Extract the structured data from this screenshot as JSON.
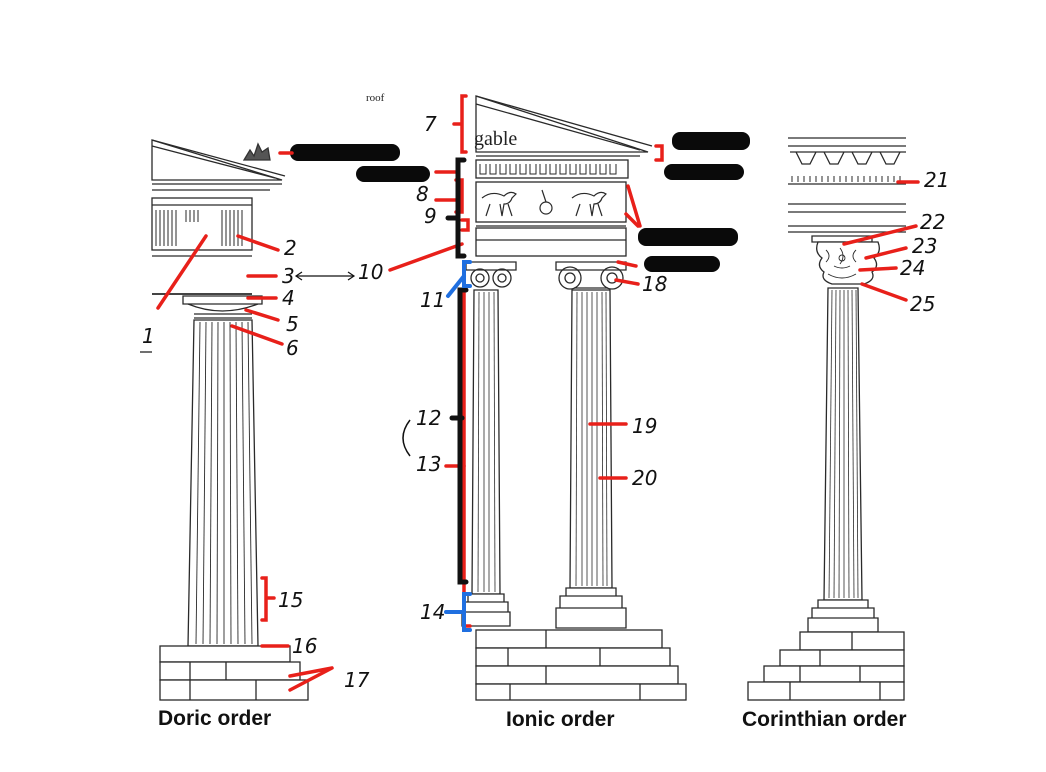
{
  "captions": {
    "doric": "Doric order",
    "ionic": "Ionic order",
    "corinthian": "Corinthian order"
  },
  "printed_labels": {
    "roof": "roof",
    "gable": "gable"
  },
  "annotation_numbers": [
    "1",
    "2",
    "3",
    "4",
    "5",
    "6",
    "7",
    "8",
    "9",
    "10",
    "11",
    "12",
    "13",
    "14",
    "15",
    "16",
    "17",
    "18",
    "19",
    "20",
    "21",
    "22",
    "23",
    "24",
    "25"
  ],
  "colors": {
    "leader_red": "#e8201a",
    "bracket_blue": "#1f6fe0",
    "bracket_black": "#111111",
    "redaction": "#0a0a0a",
    "line_art": "#2a2a2a"
  }
}
